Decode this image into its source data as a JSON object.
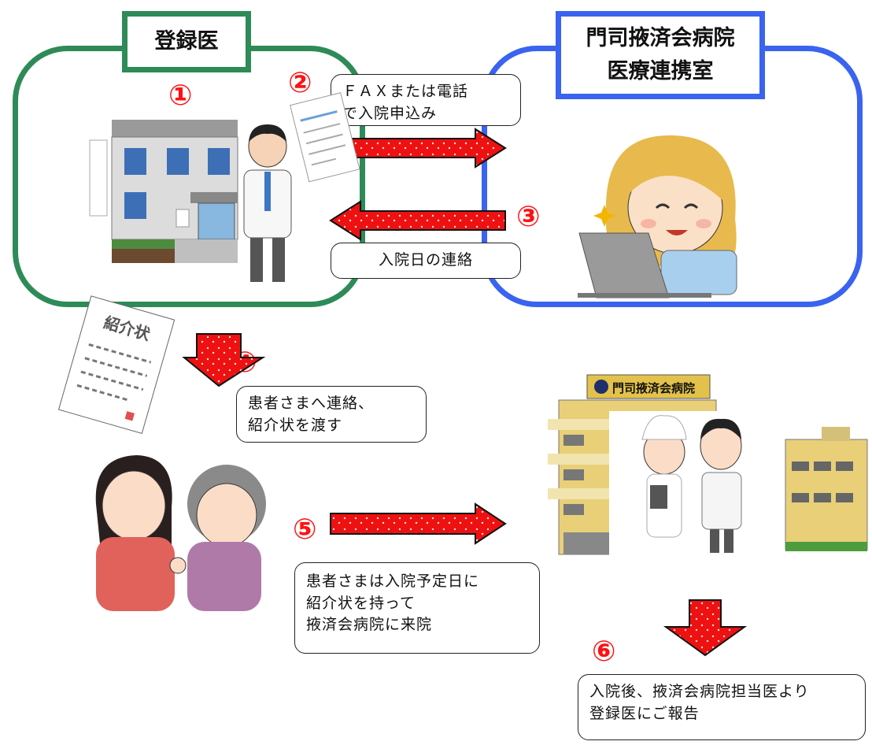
{
  "registered_doctor": {
    "title": "登録医"
  },
  "hospital_office": {
    "title_line1": "門司掖済会病院",
    "title_line2": "医療連携室"
  },
  "steps": {
    "s1": "①",
    "s2": "②",
    "s3": "③",
    "s4": "④",
    "s5": "⑤",
    "s6": "⑥"
  },
  "notes": {
    "fax_line1": "ＦＡＸまたは電話",
    "fax_line2": "で入院申込み",
    "admission_date": "入院日の連絡",
    "contact_line1": "患者さまへ連絡、",
    "contact_line2": "紹介状を渡す",
    "visit_line1": "患者さまは入院予定日に",
    "visit_line2": "紹介状を持って",
    "visit_line3": "掖済会病院に来院",
    "report_line1": "入院後、掖済会病院担当医より",
    "report_line2": "登録医にご報告"
  },
  "illustrations": {
    "referral_letter_text": "紹介状",
    "hospital_sign": "門司掖済会病院"
  },
  "colors": {
    "green": "#2e8b57",
    "blue": "#3a63f0",
    "arrow_red": "#ee1111",
    "step_red": "#ff1111"
  }
}
